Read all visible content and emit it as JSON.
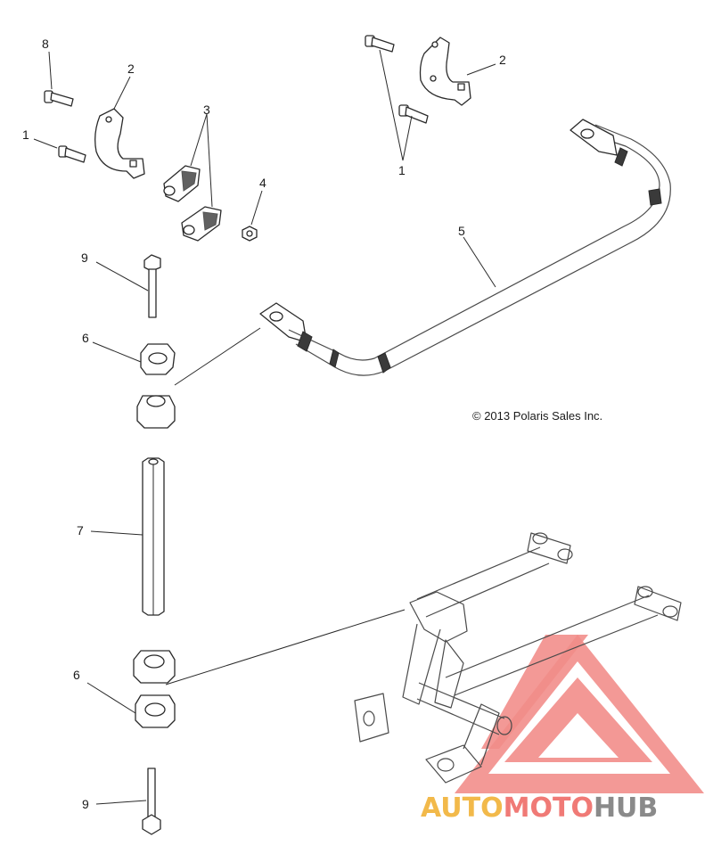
{
  "callouts": [
    {
      "id": "c8",
      "label": "8"
    },
    {
      "id": "c2a",
      "label": "2"
    },
    {
      "id": "c1a",
      "label": "1"
    },
    {
      "id": "c3",
      "label": "3"
    },
    {
      "id": "c4",
      "label": "4"
    },
    {
      "id": "c2b",
      "label": "2"
    },
    {
      "id": "c1b",
      "label": "1"
    },
    {
      "id": "c5",
      "label": "5"
    },
    {
      "id": "c9a",
      "label": "9"
    },
    {
      "id": "c6a",
      "label": "6"
    },
    {
      "id": "c7",
      "label": "7"
    },
    {
      "id": "c6b",
      "label": "6"
    },
    {
      "id": "c9b",
      "label": "9"
    }
  ],
  "copyright": "© 2013 Polaris Sales Inc.",
  "watermark": {
    "part1": "AUTO",
    "part2": "MOTO",
    "part3": "HUB",
    "colors": {
      "auto": "#f2b94a",
      "moto": "#f07a76",
      "hub": "#8a8a8a",
      "logo": "#f07a76"
    }
  }
}
